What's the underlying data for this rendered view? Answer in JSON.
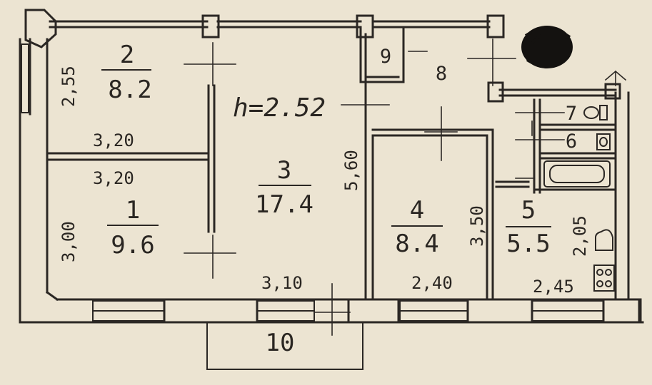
{
  "plan": {
    "ceiling_height": "h=2.52",
    "rooms": [
      {
        "id": "1",
        "area": "9.6"
      },
      {
        "id": "2",
        "area": "8.2"
      },
      {
        "id": "3",
        "area": "17.4"
      },
      {
        "id": "4",
        "area": "8.4"
      },
      {
        "id": "5",
        "area": "5.5"
      },
      {
        "id": "6"
      },
      {
        "id": "7"
      },
      {
        "id": "8"
      },
      {
        "id": "9"
      },
      {
        "id": "10"
      }
    ],
    "dimensions": [
      "2,55",
      "3,20",
      "3,20",
      "3,00",
      "5,60",
      "3,10",
      "3,50",
      "2,40",
      "2,05",
      "2,45"
    ]
  }
}
